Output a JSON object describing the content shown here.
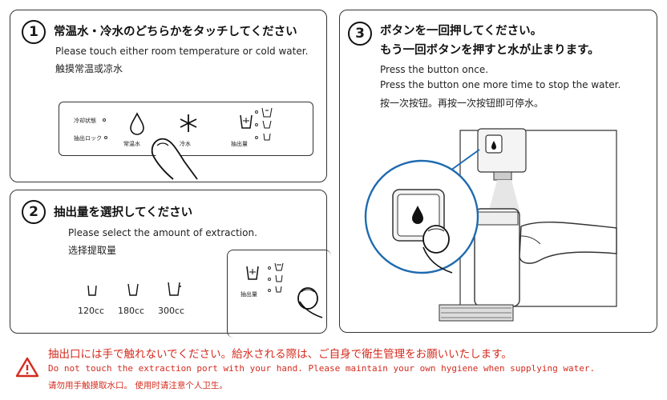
{
  "step1": {
    "number": "1",
    "title_jp": "常温水・冷水のどちらかをタッチしてください",
    "title_en": "Please touch either room temperature or cold water.",
    "title_zh": "触摸常温或凉水",
    "panel": {
      "cooling_label": "冷却状態",
      "lock_label": "抽出ロック",
      "room_temp_label": "常温水",
      "cold_label": "冷水",
      "amount_label": "抽出量"
    }
  },
  "step2": {
    "number": "2",
    "title_jp": "抽出量を選択してください",
    "title_en": "Please select the amount of extraction.",
    "title_zh": "选择提取量",
    "sizes": [
      "120cc",
      "180cc",
      "300cc"
    ],
    "panel_amount_label": "抽出量"
  },
  "step3": {
    "number": "3",
    "title_jp_line1": "ボタンを一回押してください。",
    "title_jp_line2": "もう一回ボタンを押すと水が止まります。",
    "title_en_line1": "Press the button once.",
    "title_en_line2": "Press the button one more time to stop the water.",
    "title_zh": "按一次按钮。再按一次按钮即可停水。"
  },
  "warning": {
    "jp": "抽出口には手で触れないでください。給水される際は、ご自身で衛生管理をお願いいたします。",
    "en": "Do not touch the extraction port with your hand. Please maintain your own hygiene when supplying water.",
    "zh": "请勿用手触摸取水口。 使用时请注意个人卫生。",
    "color": "#d52b1e"
  }
}
